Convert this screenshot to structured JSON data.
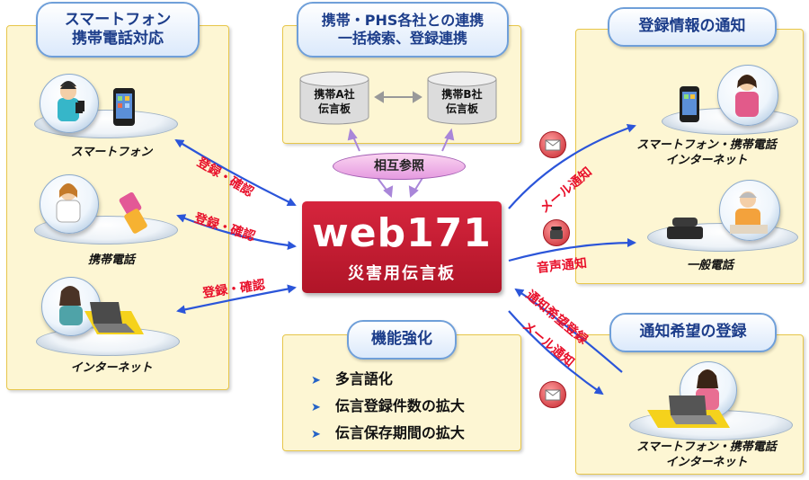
{
  "left_panel": {
    "title_line1": "スマートフォン",
    "title_line2": "携帯電話対応",
    "items": [
      {
        "label": "スマートフォン"
      },
      {
        "label": "携帯電話"
      },
      {
        "label": "インターネット"
      }
    ]
  },
  "top_panel": {
    "title_line1": "携帯・PHS各社との連携",
    "title_line2": "一括検索、登録連携",
    "db_a_line1": "携帯A社",
    "db_a_line2": "伝言板",
    "db_b_line1": "携帯B社",
    "db_b_line2": "伝言板"
  },
  "mutual_reference": "相互参照",
  "center": {
    "logo": "web171",
    "subtitle": "災害用伝言板"
  },
  "register_confirm_labels": [
    "登録・確認",
    "登録・確認",
    "登録・確認"
  ],
  "feature_panel": {
    "title": "機能強化",
    "items": [
      "多言語化",
      "伝言登録件数の拡大",
      "伝言保存期間の拡大"
    ]
  },
  "notify_panel": {
    "title": "登録情報の通知",
    "item1_line1": "スマートフォン・携帯電話",
    "item1_line2": "インターネット",
    "item2": "一般電話"
  },
  "request_panel": {
    "title": "通知希望の登録",
    "item_line1": "スマートフォン・携帯電話",
    "item_line2": "インターネット"
  },
  "arrow_labels": {
    "mail_notify_top": "メール通知",
    "voice_notify": "音声通知",
    "notify_request": "通知希望登録",
    "mail_notify_bottom": "メール通知"
  },
  "colors": {
    "brand_red": "#c8192e",
    "arrow_blue": "#2b55d9",
    "label_red": "#e8102a",
    "panel_fill": "#fdf6d3"
  }
}
